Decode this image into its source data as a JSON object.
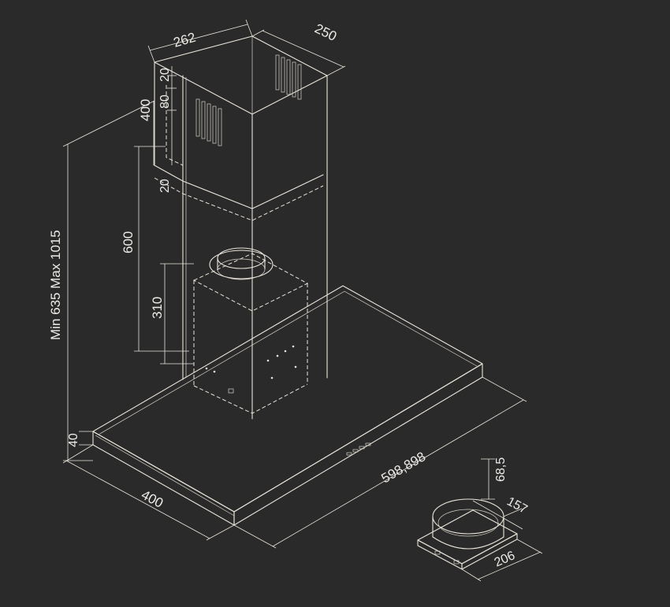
{
  "dimensions": {
    "chimney_depth": "262",
    "chimney_width": "250",
    "top_gap": "20",
    "bracket_height": "80",
    "upper_section": "400",
    "overlap": "20",
    "lower_section": "600",
    "motor_height": "310",
    "total_height": "Min 635 Max 1015",
    "canopy_thickness": "40",
    "canopy_depth": "400",
    "canopy_width": "598,898",
    "flange_height": "68,5",
    "flange_inner": "157",
    "flange_outer": "206"
  },
  "colors": {
    "background": "#2b2a2a",
    "line": "#e9e4da"
  }
}
